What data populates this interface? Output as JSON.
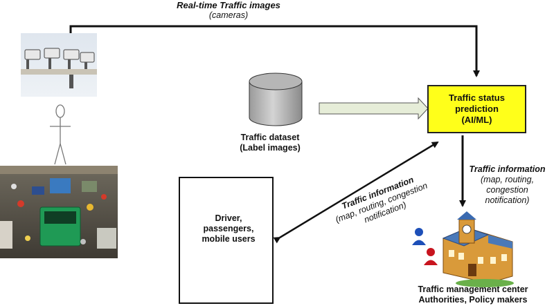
{
  "top_label": {
    "title": "Real-time Traffic images",
    "subtitle": "(cameras)"
  },
  "dataset": {
    "line1": "Traffic dataset",
    "line2": "(Label images)"
  },
  "prediction": {
    "line1": "Traffic status",
    "line2": "prediction",
    "line3": "(AI/ML)",
    "fill": "#ffff1a"
  },
  "info_right": {
    "title": "Traffic information",
    "line1": "(map, routing,",
    "line2": "congestion",
    "line3": "notification)"
  },
  "info_mid": {
    "title": "Traffic information",
    "line1": "(map, routing, congestion",
    "line2": "notification)"
  },
  "users": {
    "line1": "Driver,",
    "line2": "passengers,",
    "line3": "mobile users"
  },
  "tmc": {
    "line1": "Traffic management center",
    "line2": "Authorities, Policy makers"
  },
  "colors": {
    "arrow": "#111111",
    "data_arrow_fill": "#e6edd8",
    "person_blue": "#1d4fb8",
    "person_red": "#c8141e"
  }
}
